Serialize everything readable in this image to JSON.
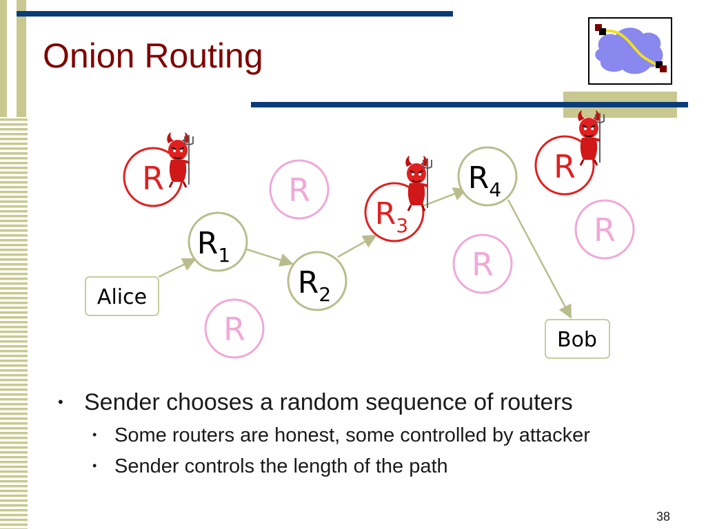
{
  "title": "Onion Routing",
  "page_number": "38",
  "colors": {
    "accent_bar": "#0a3c78",
    "title": "#800000",
    "stripe": "#c8c890",
    "path_router": "#b9bd8c",
    "attacker_router": "#e02020",
    "idle_router": "#f0a8d8"
  },
  "nodes": {
    "alice": "Alice",
    "bob": "Bob",
    "r1": {
      "base": "R",
      "sub": "1"
    },
    "r2": {
      "base": "R",
      "sub": "2"
    },
    "r3": {
      "base": "R",
      "sub": "3"
    },
    "r4": {
      "base": "R",
      "sub": "4"
    },
    "bad_a": "R",
    "bad_b": "R",
    "idle_a": "R",
    "idle_b": "R",
    "idle_c": "R",
    "idle_d": "R"
  },
  "icons": [
    "devil-icon",
    "network-cloud-icon"
  ],
  "bullets": {
    "main": "Sender chooses a random sequence of routers",
    "sub": [
      "Some routers are honest, some controlled by attacker",
      "Sender controls the length of the path"
    ]
  }
}
